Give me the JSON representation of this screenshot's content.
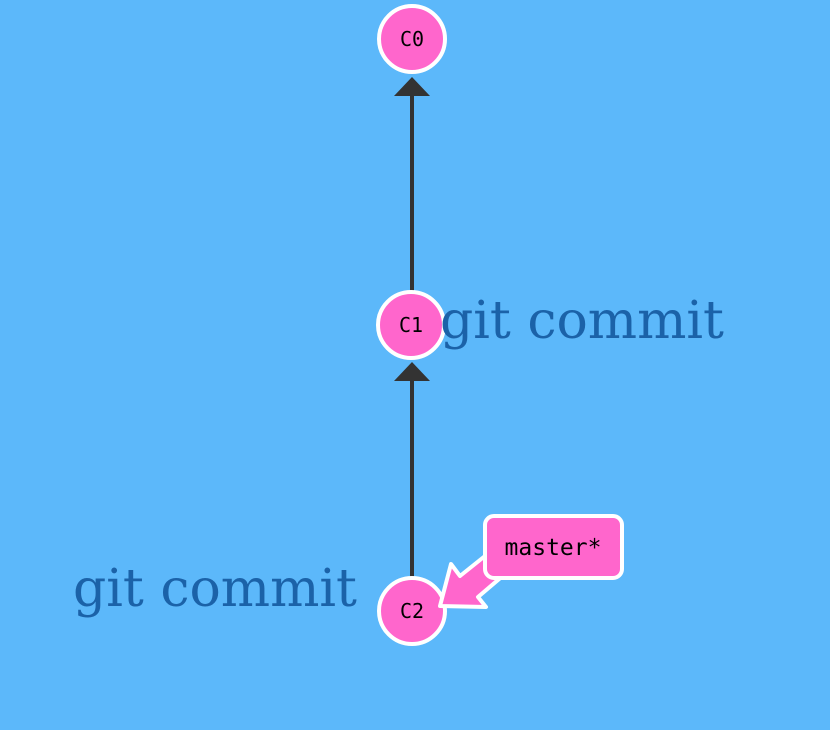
{
  "colors": {
    "background": "#5cb8fa",
    "commit_fill": "#ff66cc",
    "commit_stroke": "#ffffff",
    "edge": "#333333",
    "command_text": "#1b62a8",
    "branch_fill": "#ff66cc",
    "branch_stroke": "#ffffff"
  },
  "commits": [
    {
      "id": "C0",
      "label": "C0"
    },
    {
      "id": "C1",
      "label": "C1"
    },
    {
      "id": "C2",
      "label": "C2"
    }
  ],
  "edges": [
    {
      "from": "C1",
      "to": "C0"
    },
    {
      "from": "C2",
      "to": "C1"
    }
  ],
  "commands": [
    {
      "text": "git commit",
      "target": "C1"
    },
    {
      "text": "git commit",
      "target": "C2"
    }
  ],
  "branch": {
    "name": "master*",
    "points_to": "C2"
  }
}
